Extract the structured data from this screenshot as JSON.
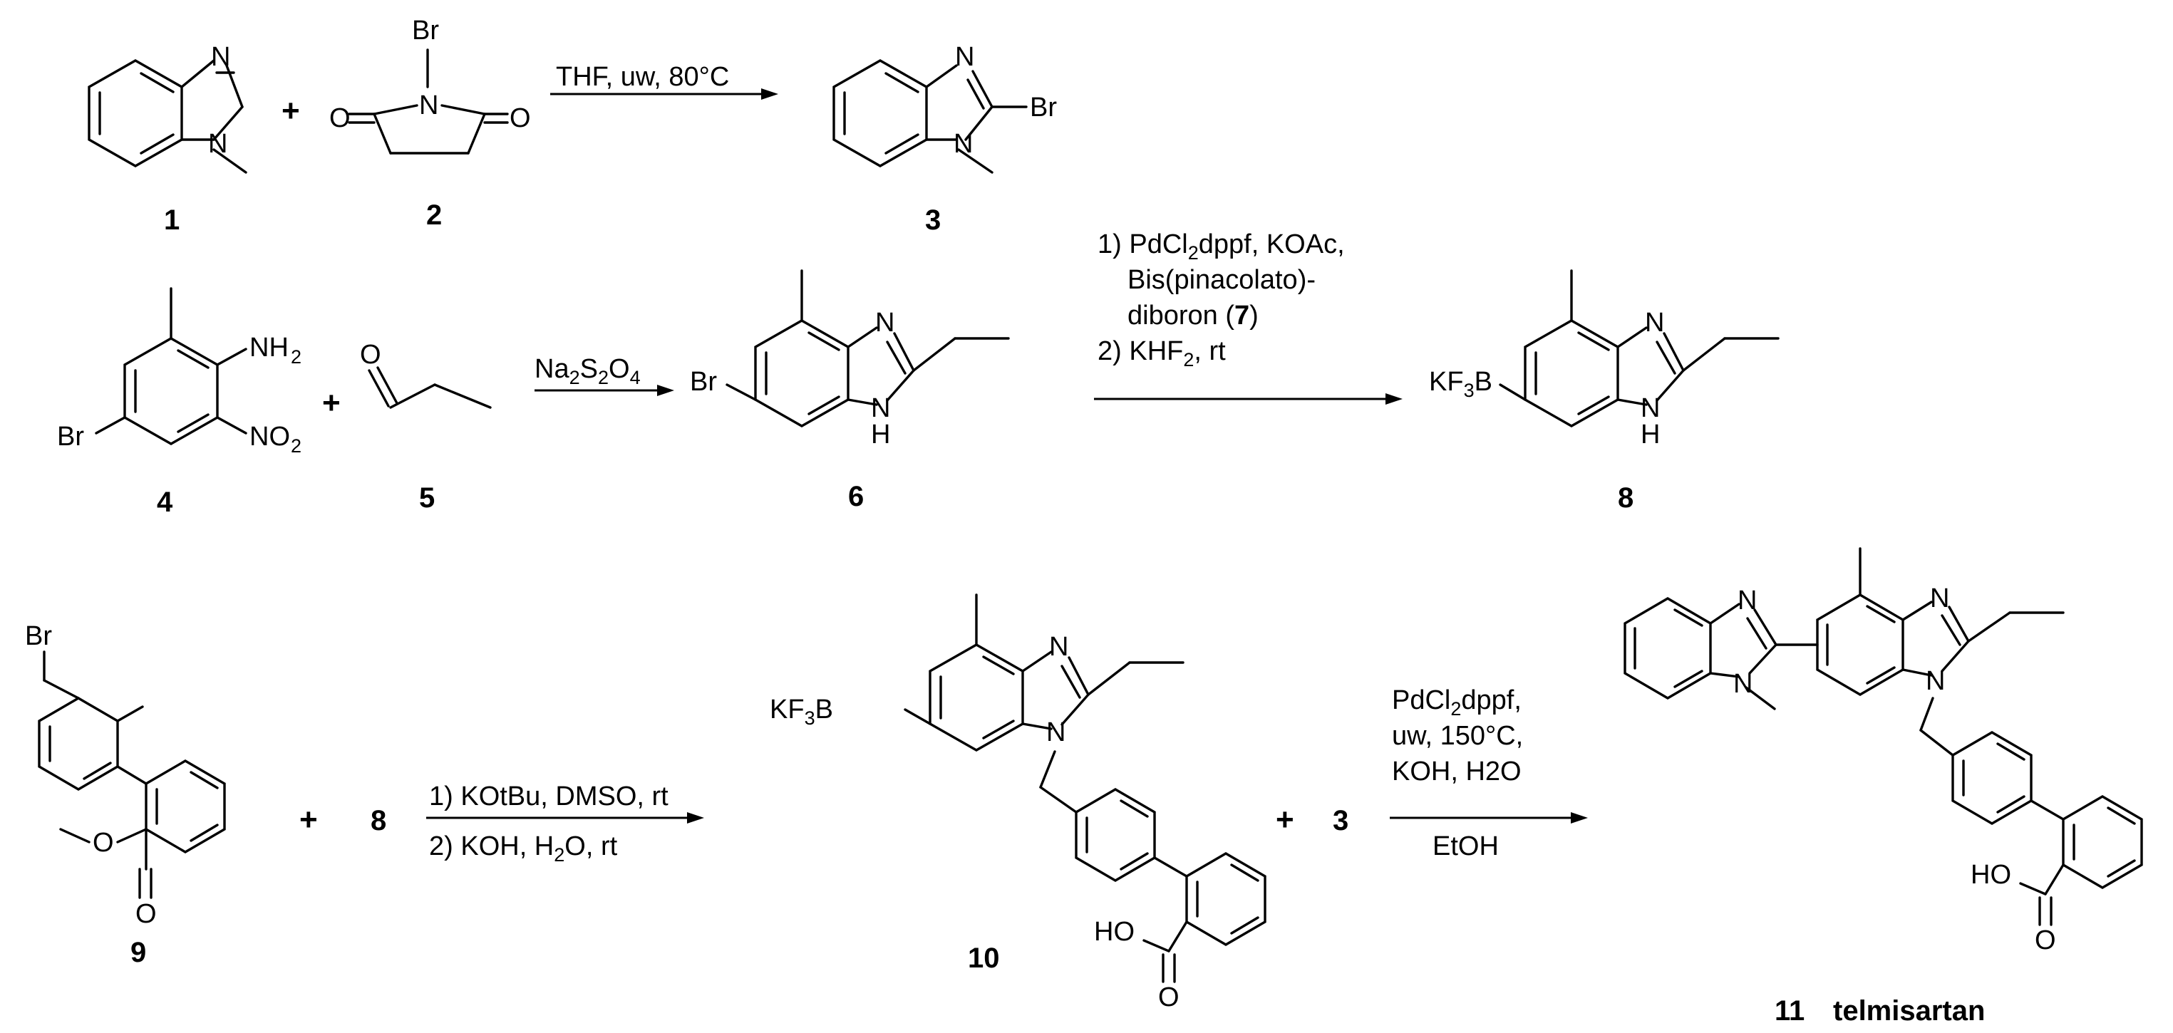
{
  "reactions": [
    {
      "id": "r1",
      "above": [
        "THF, uw, 80°C"
      ],
      "below": []
    },
    {
      "id": "r2",
      "above": [
        "Na2S2O4"
      ],
      "below": []
    },
    {
      "id": "r3",
      "above": [
        "1) PdCl2dppf, KOAc,",
        "Bis(pinacolato)-",
        "diboron (7)",
        "2) KHF2, rt"
      ],
      "below": []
    },
    {
      "id": "r4",
      "above": [
        "1) KOtBu, DMSO, rt"
      ],
      "below": [
        "2) KOH, H2O, rt"
      ]
    },
    {
      "id": "r5",
      "above": [
        "PdCl2dppf,",
        "uw, 150°C,",
        "KOH, H2O"
      ],
      "below": [
        "EtOH"
      ]
    }
  ],
  "compounds": [
    {
      "id": "c1",
      "number": "1"
    },
    {
      "id": "c2",
      "number": "2"
    },
    {
      "id": "c3",
      "number": "3"
    },
    {
      "id": "c4",
      "number": "4"
    },
    {
      "id": "c5",
      "number": "5"
    },
    {
      "id": "c6",
      "number": "6"
    },
    {
      "id": "c8",
      "number": "8"
    },
    {
      "id": "c9",
      "number": "9"
    },
    {
      "id": "c10",
      "number": "10"
    },
    {
      "id": "c11",
      "number": "11",
      "name": "telmisartan"
    }
  ],
  "inline_refs": {
    "row3_reagent": "8",
    "row3_partner": "3"
  },
  "plus_sign": "+"
}
